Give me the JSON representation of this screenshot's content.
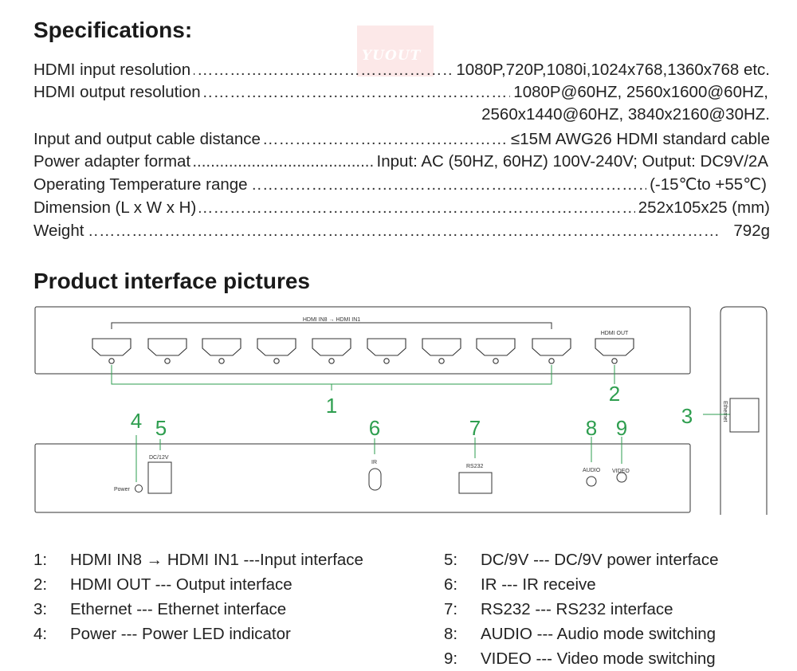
{
  "headings": {
    "specifications": "Specifications:",
    "product_interface": "Product interface pictures"
  },
  "watermark": "YUOUT",
  "specs": [
    {
      "label": "HDMI input resolution",
      "value": "1080P,720P,1080i,1024x768,1360x768 etc."
    },
    {
      "label": "HDMI output resolution",
      "value": "1080P@60HZ, 2560x1600@60HZ,",
      "value2": "2560x1440@60HZ, 3840x2160@30HZ."
    },
    {
      "label": "Input and output cable distance",
      "value": "≤15M AWG26 HDMI standard cable"
    },
    {
      "label": "Power adapter format",
      "value": "Input: AC (50HZ, 60HZ) 100V-240V; Output: DC9V/2A"
    },
    {
      "label": "Operating Temperature range",
      "value": "(-15℃to +55℃)"
    },
    {
      "label": "Dimension (L x W x H)",
      "value": "252x105x25 (mm)"
    },
    {
      "label": "Weight",
      "value": "792g"
    }
  ],
  "diagram": {
    "hdmi_in_label": "HDMI IN8 → HDMI IN1",
    "hdmi_out_label": "HDMI OUT",
    "dc_label": "DC/12V",
    "power_label": "Power",
    "ir_label": "IR",
    "rs232_label": "RS232",
    "audio_label": "AUDIO",
    "video_label": "VIDEO",
    "ethernet_label": "Ethernet",
    "callout_color": "#2e9e4f",
    "callouts": [
      "1",
      "2",
      "3",
      "4",
      "5",
      "6",
      "7",
      "8",
      "9"
    ]
  },
  "legend": [
    {
      "num": "1:",
      "text": "HDMI IN8 → HDMI IN1 ---Input interface"
    },
    {
      "num": "2:",
      "text": "HDMI OUT --- Output interface"
    },
    {
      "num": "3:",
      "text": "Ethernet --- Ethernet interface"
    },
    {
      "num": "4:",
      "text": "Power --- Power LED indicator"
    },
    {
      "num": "5:",
      "text": "DC/9V --- DC/9V power interface"
    },
    {
      "num": "6:",
      "text": "IR --- IR receive"
    },
    {
      "num": "7:",
      "text": "RS232 --- RS232 interface"
    },
    {
      "num": "8:",
      "text": "AUDIO --- Audio mode switching"
    },
    {
      "num": "9:",
      "text": "VIDEO --- Video mode switching"
    }
  ]
}
